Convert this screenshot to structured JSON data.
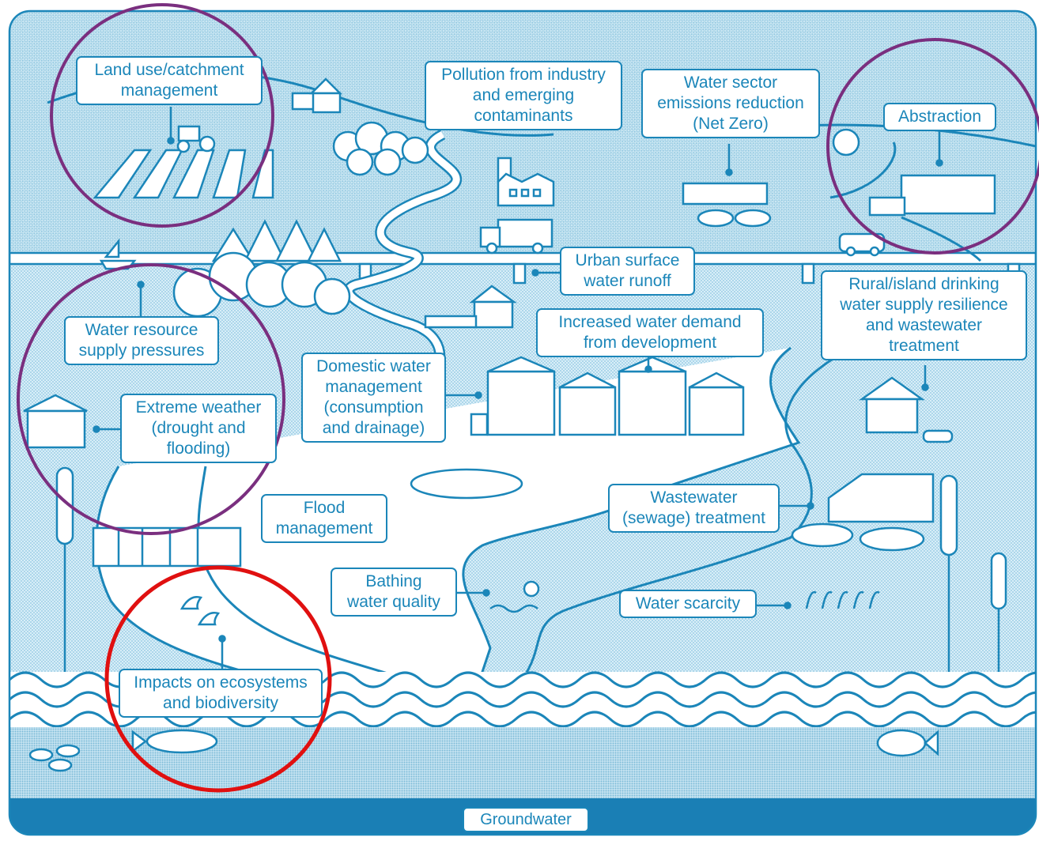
{
  "labels": {
    "land_use": "Land use/catchment\nmanagement",
    "pollution": "Pollution from industry\nand emerging\ncontaminants",
    "emissions": "Water sector\nemissions reduction\n(Net Zero)",
    "abstraction": "Abstraction",
    "urban_runoff": "Urban surface\nwater runoff",
    "rural_island": "Rural/island drinking\nwater supply resilience\nand wastewater\ntreatment",
    "water_resource": "Water resource\nsupply pressures",
    "increased_demand": "Increased water demand\nfrom development",
    "domestic": "Domestic water\nmanagement\n(consumption\nand drainage)",
    "extreme_weather": "Extreme weather\n(drought and\nflooding)",
    "flood": "Flood\nmanagement",
    "wastewater": "Wastewater\n(sewage) treatment",
    "bathing": "Bathing\nwater quality",
    "scarcity": "Water scarcity",
    "ecosystems": "Impacts on ecosystems\nand biodiversity",
    "groundwater": "Groundwater"
  },
  "colors": {
    "line": "#1b86b9",
    "background": "#c9e6f3",
    "groundwater_band": "#1a7fb5",
    "highlight_purple": "#7a2f7f",
    "highlight_red": "#e01010"
  },
  "icons": [
    "house-icon",
    "tractor-icon",
    "forest-icon",
    "factory-icon",
    "truck-icon",
    "treatment-works-icon",
    "tree-icon",
    "car-icon",
    "sailboat-icon",
    "swimmer-icon",
    "reeds-icon",
    "dolphin-icon",
    "fish-icon",
    "pond-icon",
    "bulrush-icon"
  ]
}
